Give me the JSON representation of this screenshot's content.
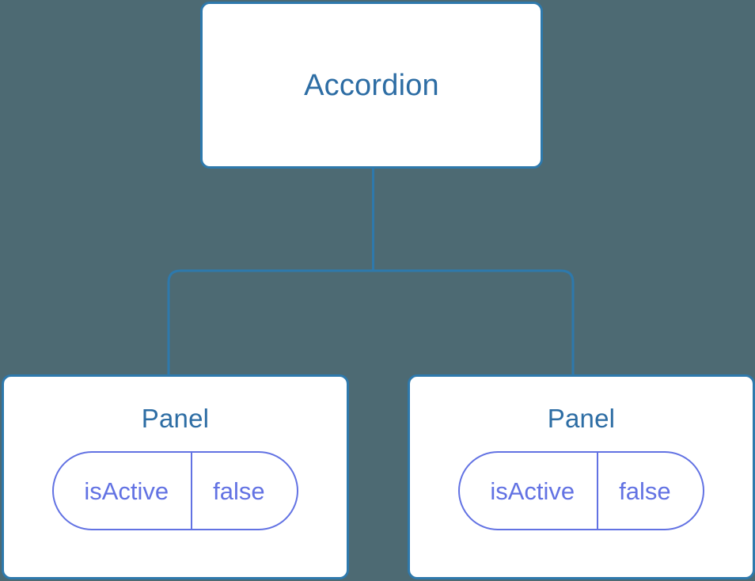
{
  "diagram": {
    "type": "component-tree",
    "background_color": "#4d6a73",
    "node_border_color": "#2e79ac",
    "node_background_color": "#ffffff",
    "node_title_color": "#2d6da4",
    "edge_color": "#2e79ac",
    "prop_color": "#6272e3",
    "root": {
      "title": "Accordion"
    },
    "children": [
      {
        "title": "Panel",
        "props": [
          {
            "key": "isActive",
            "value": "false"
          }
        ]
      },
      {
        "title": "Panel",
        "props": [
          {
            "key": "isActive",
            "value": "false"
          }
        ]
      }
    ]
  }
}
